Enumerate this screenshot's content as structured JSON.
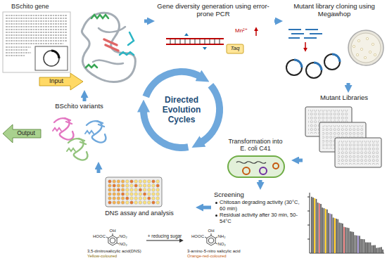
{
  "diagram": {
    "nodes": [
      {
        "text": [
          "BSchito gene"
        ]
      },
      {
        "text": [
          "Gene diversity generation using error-prone PCR"
        ]
      },
      {
        "text": [
          "Mutant library cloning using Megawhop"
        ]
      },
      {
        "text": [
          "Mutant Libraries"
        ]
      },
      {
        "text": [
          "Transformation into E. coli C41"
        ]
      },
      {
        "text": [
          "Screening",
          "Chitosan degrading activity (30°C, 60 min)",
          "Residual activity after 30 min, 50-54°C"
        ]
      },
      {
        "text": [
          "DNS assay and analysis"
        ]
      },
      {
        "text": [
          "BSchito variants"
        ]
      }
    ],
    "edges": [
      {
        "from": 0,
        "to": 1,
        "arrow": "to"
      },
      {
        "from": 1,
        "to": 2,
        "arrow": "to"
      },
      {
        "from": 2,
        "to": 3,
        "arrow": "to"
      },
      {
        "from": 3,
        "to": 4,
        "arrow": "to"
      },
      {
        "from": 4,
        "to": 5,
        "arrow": "to"
      },
      {
        "from": 5,
        "to": 6,
        "arrow": "to"
      },
      {
        "from": 6,
        "to": 7,
        "arrow": "to"
      },
      {
        "from": 7,
        "to": 0,
        "arrow": "to"
      }
    ],
    "labels": [
      "Input",
      "Directed Evolution Cycles",
      "Mn²⁺",
      "Taq",
      "HOOC",
      "OH",
      "NO₂",
      "NO₂",
      "3,5-dinitrosalicylic acid(DNS)",
      "Yellow-coloured",
      "+ reducing sugar",
      "HOOC",
      "OH",
      "NH₂",
      "NO₂",
      "3-amino-5-nitro salicylic acid",
      "Orange-red-coloured",
      "Output"
    ]
  }
}
